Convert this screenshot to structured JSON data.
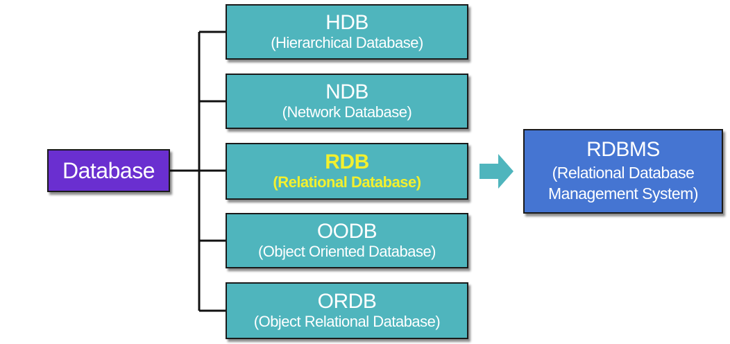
{
  "root": {
    "label": "Database"
  },
  "types": [
    {
      "abbr": "HDB",
      "full": "(Hierarchical Database)"
    },
    {
      "abbr": "NDB",
      "full": "(Network Database)"
    },
    {
      "abbr": "RDB",
      "full": "(Relational Database)",
      "highlight": true
    },
    {
      "abbr": "OODB",
      "full": "(Object Oriented Database)"
    },
    {
      "abbr": "ORDB",
      "full": "(Object Relational Database)"
    }
  ],
  "result": {
    "abbr": "RDBMS",
    "full_line1": "(Relational Database",
    "full_line2": "Management System)"
  },
  "colors": {
    "root_fill": "#6a2fd0",
    "type_fill": "#4fb5bd",
    "result_fill": "#4575d2",
    "highlight_text": "#f3f02e",
    "arrow": "#4fb5bd"
  }
}
